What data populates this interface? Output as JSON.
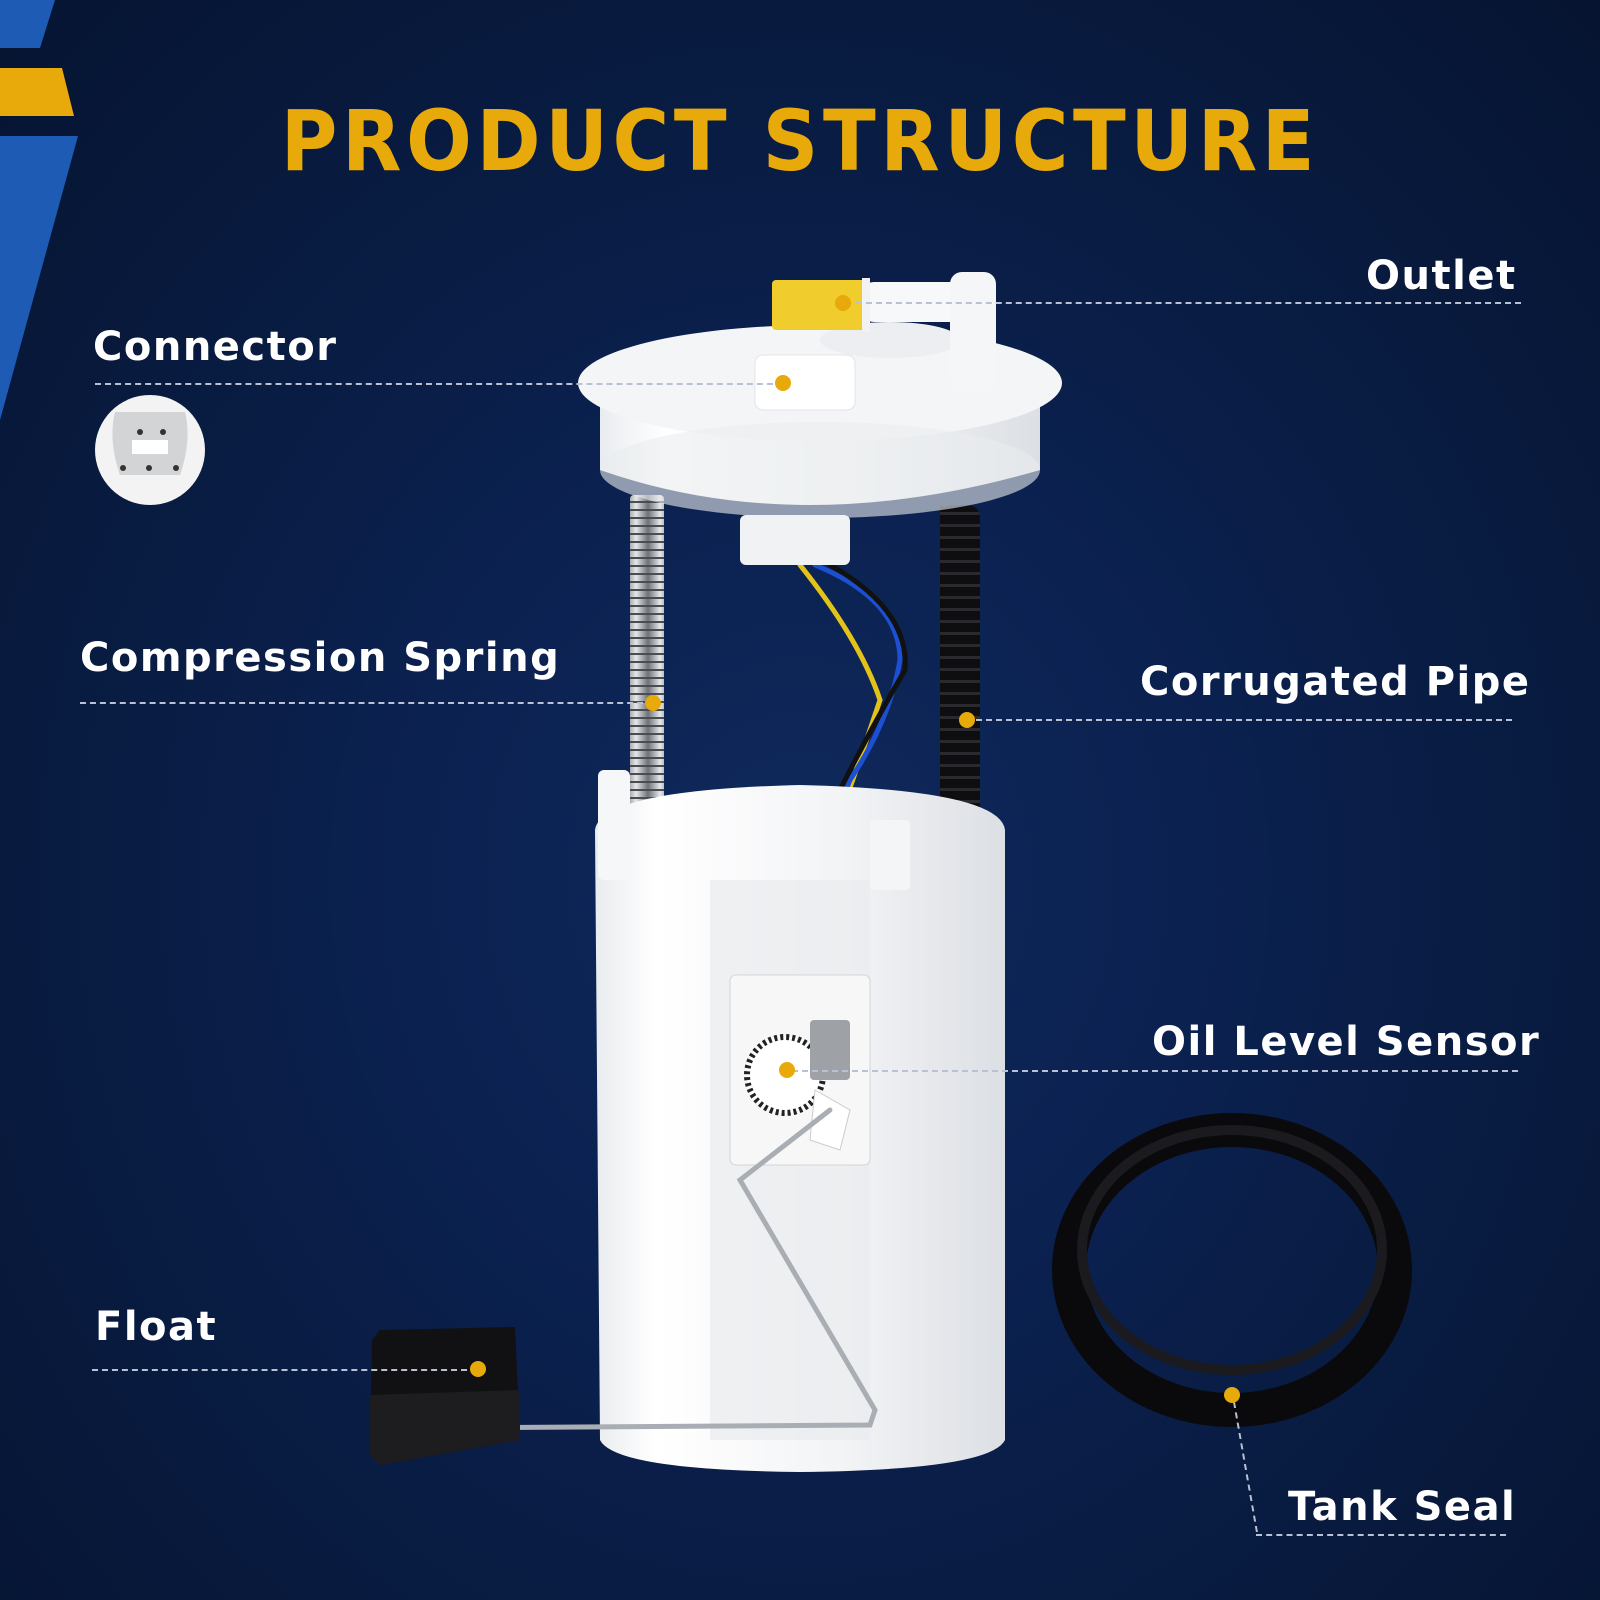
{
  "page": {
    "title": "PRODUCT STRUCTURE",
    "colors": {
      "background": "#0a1d45",
      "accent_yellow": "#e8a90a",
      "accent_blue": "#1e5bb5",
      "label_text": "#ffffff",
      "leader_line": "#b8c2d4"
    }
  },
  "callouts": [
    {
      "id": "outlet",
      "label": "Outlet"
    },
    {
      "id": "connector",
      "label": "Connector"
    },
    {
      "id": "compression-spring",
      "label": "Compression Spring"
    },
    {
      "id": "corrugated-pipe",
      "label": "Corrugated Pipe"
    },
    {
      "id": "oil-level-sensor",
      "label": "Oil Level Sensor"
    },
    {
      "id": "float",
      "label": "Float"
    },
    {
      "id": "tank-seal",
      "label": "Tank Seal"
    }
  ]
}
